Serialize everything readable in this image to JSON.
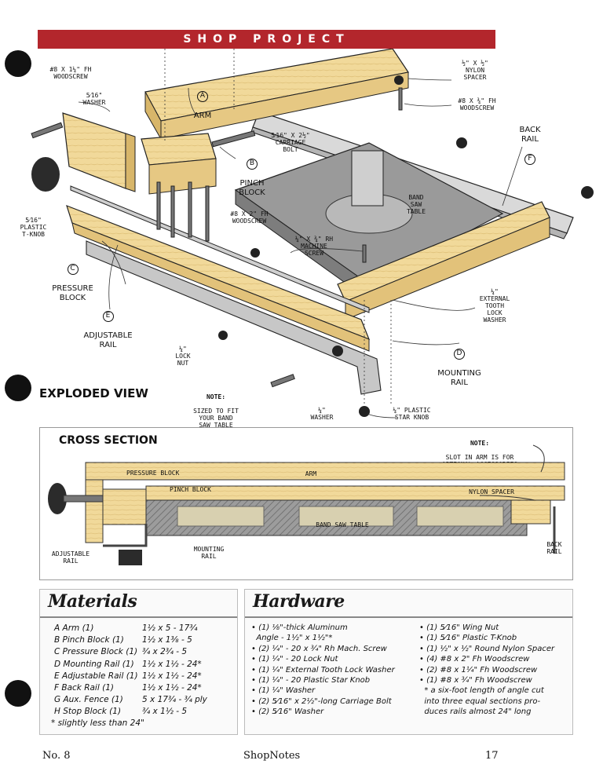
{
  "banner": "SHOP PROJECT",
  "exploded": {
    "heading": "EXPLODED VIEW",
    "labels": {
      "fh_screw_top": "#8 x 1¼\" Fh\nWOODSCREW",
      "washer_516": "5⁄16\"\nWASHER",
      "arm": "ARM",
      "arm_letter": "A",
      "nylon_spacer": "½\" x ½\"\nNYLON\nSPACER",
      "fh_screw_34": "#8 x ¾\" Fh\nWOODSCREW",
      "back_rail": "BACK\nRAIL",
      "back_rail_letter": "F",
      "carriage_bolt": "5⁄16\" x 2½\"\nCARRIAGE\nBOLT",
      "pinch_block": "PINCH\nBLOCK",
      "pinch_letter": "B",
      "band_saw_table": "BAND\nSAW\nTABLE",
      "fh_screw_2": "#8 x 2\" Fh\nWOODSCREW",
      "tknob": "5⁄16\"\nPLASTIC\nT-KNOB",
      "machine_screw": "¼\" x ¾\" Rh\nMACHINE\nSCREW",
      "pressure_block": "PRESSURE\nBLOCK",
      "pressure_letter": "C",
      "ext_washer": "¼\"\nEXTERNAL\nTOOTH\nLOCK\nWASHER",
      "adjustable_rail": "ADJUSTABLE\nRAIL",
      "adjustable_letter": "E",
      "lock_nut": "¼\"\nLOCK\nNUT",
      "mounting_rail": "MOUNTING\nRAIL",
      "mounting_letter": "D",
      "note_title": "NOTE:",
      "note_body": "SIZED TO FIT\nYOUR BAND\nSAW TABLE",
      "washer_14": "¼\"\nWASHER",
      "star_knob": "¼\" PLASTIC\nSTAR KNOB"
    }
  },
  "cross_section": {
    "heading": "CROSS SECTION",
    "note_title": "NOTE:",
    "note_body": "SLOT IN ARM IS FOR\nOPTIONAL ACCESSORIES",
    "labels": {
      "pressure_block": "PRESSURE BLOCK",
      "arm": "ARM",
      "pinch_block": "PINCH BLOCK",
      "nylon_spacer": "NYLON SPACER",
      "band_saw_table": "BAND SAW TABLE",
      "mounting_rail": "MOUNTING\nRAIL",
      "adjustable_rail": "ADJUSTABLE\nRAIL",
      "back_rail": "BACK\nRAIL"
    }
  },
  "materials": {
    "title": "Materials",
    "rows": [
      {
        "name": "A  Arm (1)",
        "size": "1½ x 5 - 17¾"
      },
      {
        "name": "B  Pinch Block (1)",
        "size": "1½ x 1⅜ - 5"
      },
      {
        "name": "C  Pressure Block (1)",
        "size": "¾ x 2¾ - 5"
      },
      {
        "name": "D  Mounting Rail (1)",
        "size": "1½ x 1½ - 24*"
      },
      {
        "name": "E  Adjustable Rail (1)",
        "size": "1½ x 1½ - 24*"
      },
      {
        "name": "F  Back Rail (1)",
        "size": "1½ x 1½ - 24*"
      },
      {
        "name": "G  Aux. Fence (1)",
        "size": "5 x 17¾ - ¾ ply"
      },
      {
        "name": "H  Stop Block (1)",
        "size": "¾ x 1½ - 5"
      }
    ],
    "footnote": "* slightly less than 24\""
  },
  "hardware": {
    "title": "Hardware",
    "col1": [
      "• (1) ⅛\"-thick Aluminum",
      "  Angle - 1½\" x 1½\"*",
      "• (2) ¼\" - 20 x ¾\" Rh Mach. Screw",
      "• (1) ¼\" - 20 Lock Nut",
      "• (1) ¼\" External Tooth Lock Washer",
      "• (1) ¼\" - 20 Plastic Star Knob",
      "• (1) ¼\" Washer",
      "• (2) 5⁄16\" x 2½\"-long Carriage Bolt",
      "• (2) 5⁄16\" Washer"
    ],
    "col2": [
      "• (1) 5⁄16\" Wing Nut",
      "• (1) 5⁄16\" Plastic T-Knob",
      "• (1) ½\" x ½\" Round Nylon Spacer",
      "• (4) #8 x 2\" Fh Woodscrew",
      "• (2) #8 x 1¼\" Fh Woodscrew",
      "• (1) #8 x ¾\" Fh Woodscrew",
      "  * a six-foot length of angle cut",
      "  into three equal sections pro-",
      "  duces rails almost 24\" long"
    ]
  },
  "footer": {
    "issue": "No. 8",
    "magazine": "ShopNotes",
    "page": "17"
  }
}
